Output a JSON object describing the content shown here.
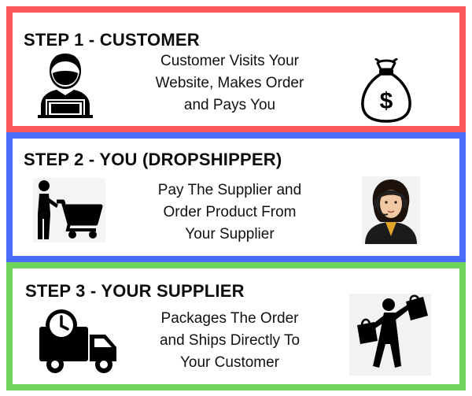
{
  "steps": [
    {
      "title": "STEP 1 - CUSTOMER",
      "lines": [
        "Customer Visits Your",
        "Website, Makes Order",
        "and Pays You"
      ],
      "border_color": "#fa5a5c",
      "left_icon": "customer-laptop-icon",
      "right_icon": "money-bag-icon"
    },
    {
      "title": "STEP 2 - YOU (DROPSHIPPER)",
      "lines": [
        "Pay The Supplier and",
        "Order Product From",
        "Your Supplier"
      ],
      "border_color": "#4a6cf6",
      "left_icon": "shopping-cart-person-icon",
      "right_icon": "support-agent-icon"
    },
    {
      "title": "STEP 3 - YOUR SUPPLIER",
      "lines": [
        "Packages The Order",
        "and Ships Directly To",
        "Your Customer"
      ],
      "border_color": "#6fd35c",
      "left_icon": "delivery-truck-clock-icon",
      "right_icon": "shopper-bags-icon"
    }
  ],
  "money_symbol": "$"
}
